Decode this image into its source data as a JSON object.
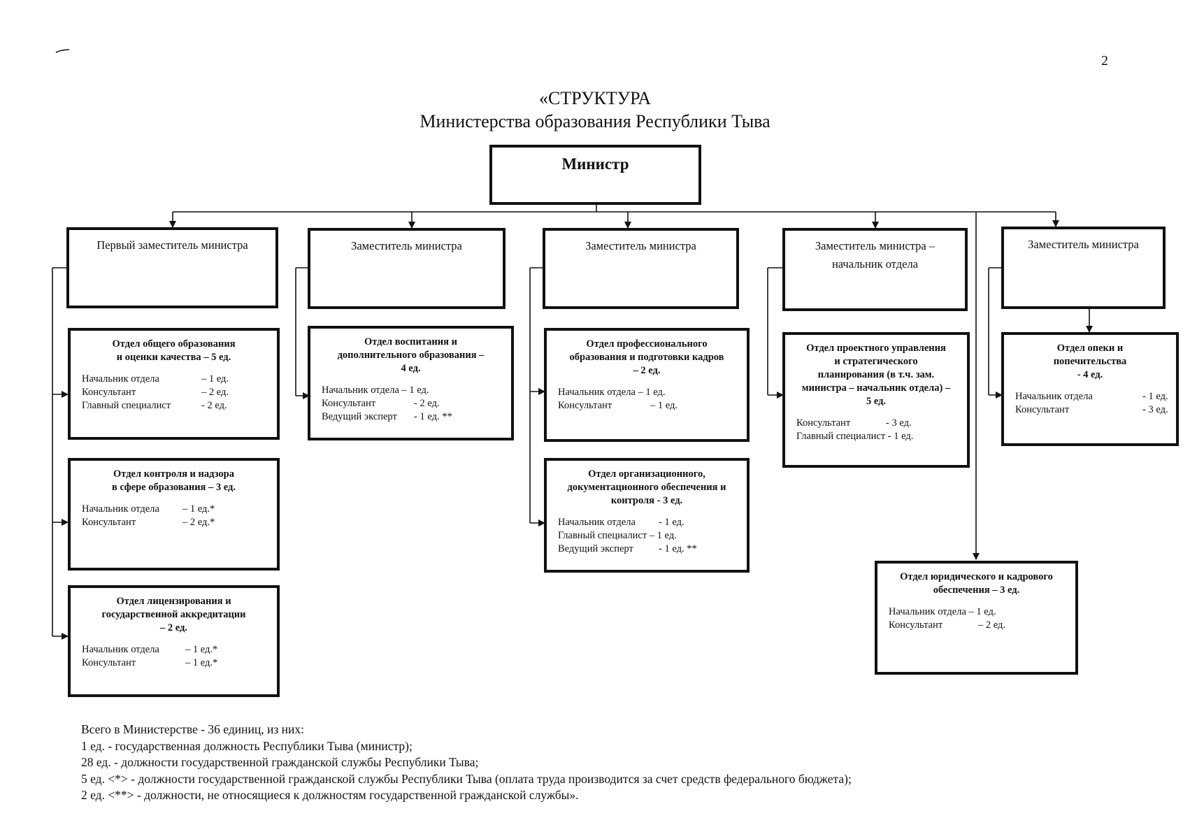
{
  "page_number": "2",
  "header": {
    "title": "«СТРУКТУРА",
    "subtitle": "Министерства образования Республики Тыва"
  },
  "minister": {
    "label": "Министр"
  },
  "deputies": [
    {
      "label": "Первый заместитель министра"
    },
    {
      "label": "Заместитель министра"
    },
    {
      "label": "Заместитель министра"
    },
    {
      "label": "Заместитель министра –",
      "label2": "начальник отдела"
    },
    {
      "label": "Заместитель министра"
    }
  ],
  "departments": {
    "general_education": {
      "title": [
        "Отдел общего образования",
        "и оценки качества – 5 ед."
      ],
      "staff": [
        {
          "position": "Начальник отдела",
          "count": "– 1 ед."
        },
        {
          "position": "Консультант",
          "count": "– 2 ед."
        },
        {
          "position": "Главный специалист",
          "count": "- 2 ед."
        }
      ]
    },
    "control": {
      "title": [
        "Отдел контроля и надзора",
        "в сфере образования – 3 ед."
      ],
      "staff": [
        {
          "position": "Начальник отдела",
          "count": "– 1 ед.*"
        },
        {
          "position": "Консультант",
          "count": "– 2 ед.*"
        }
      ]
    },
    "licensing": {
      "title": [
        "Отдел лицензирования и",
        "государственной аккредитации",
        "– 2 ед."
      ],
      "staff": [
        {
          "position": "Начальник отдела",
          "count": "– 1 ед.*"
        },
        {
          "position": "Консультант",
          "count": "– 1 ед.*"
        }
      ]
    },
    "upbringing": {
      "title": [
        "Отдел воспитания и",
        "дополнительного образования –",
        "4 ед."
      ],
      "staff": [
        {
          "position": "Начальник отдела – 1 ед.",
          "count": ""
        },
        {
          "position": "Консультант",
          "count": "- 2 ед."
        },
        {
          "position": "Ведущий эксперт",
          "count": "- 1 ед. **"
        }
      ]
    },
    "professional": {
      "title": [
        "Отдел профессионального",
        "образования и подготовки кадров",
        "– 2 ед."
      ],
      "staff": [
        {
          "position": "Начальник отдела – 1 ед.",
          "count": ""
        },
        {
          "position": "Консультант",
          "count": "– 1 ед."
        }
      ]
    },
    "organizational": {
      "title": [
        "Отдел организационного,",
        "документационного обеспечения и",
        "контроля - 3 ед."
      ],
      "staff": [
        {
          "position": "Начальник отдела",
          "count": "- 1 ед."
        },
        {
          "position": "Главный специалист – 1 ед.",
          "count": ""
        },
        {
          "position": "Ведущий эксперт",
          "count": "- 1 ед. **"
        }
      ]
    },
    "project": {
      "title": [
        "Отдел проектного управления",
        "и стратегического",
        "планирования (в т.ч. зам.",
        "министра – начальник отдела) –",
        "5 ед."
      ],
      "staff": [
        {
          "position": "Консультант",
          "count": "- 3 ед."
        },
        {
          "position": "Главный специалист - 1 ед.",
          "count": ""
        }
      ]
    },
    "guardianship": {
      "title": [
        "Отдел опеки и",
        "попечительства",
        "- 4 ед."
      ],
      "staff": [
        {
          "position": "Начальник отдела",
          "count": "- 1 ед."
        },
        {
          "position": "Консультант",
          "count": "- 3 ед."
        }
      ]
    },
    "legal": {
      "title": [
        "Отдел юридического и кадрового",
        "обеспечения – 3 ед."
      ],
      "staff": [
        {
          "position": "Начальник отдела – 1 ед.",
          "count": ""
        },
        {
          "position": "Консультант",
          "count": "– 2 ед."
        }
      ]
    }
  },
  "footer": [
    "Всего в Министерстве - 36 единиц, из них:",
    "1 ед. - государственная должность Республики Тыва (министр);",
    "28 ед. - должности государственной гражданской службы Республики Тыва;",
    "5 ед. <*> - должности государственной гражданской службы Республики Тыва (оплата труда производится за счет средств федерального бюджета);",
    "2 ед. <**> - должности, не относящиеся к должностям государственной гражданской службы»."
  ]
}
